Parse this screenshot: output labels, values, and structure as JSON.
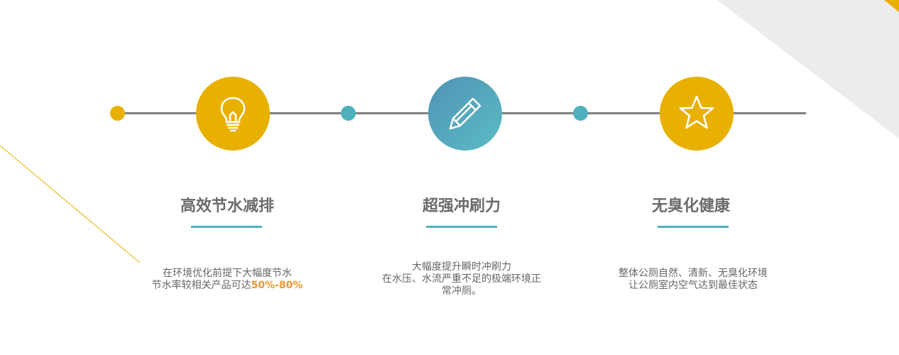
{
  "colors": {
    "yellow": "#e8b000",
    "teal": "#4fb1bd",
    "line": "#808080",
    "highlight": "#f0952e",
    "text": "#666666"
  },
  "features": [
    {
      "icon": "lightbulb-icon",
      "title": "高效节水减排",
      "lines": [
        "在环境优化前提下大幅度节水",
        "节水率较相关产品可达"
      ],
      "highlight": "50%-80%"
    },
    {
      "icon": "pencil-icon",
      "title": "超强冲刷力",
      "lines": [
        "大幅度提升瞬时冲刷力",
        "在水压、水流严重不足的极端环境正",
        "常冲厕。"
      ]
    },
    {
      "icon": "star-icon",
      "title": "无臭化健康",
      "lines": [
        "整体公厕自然、清新、无臭化环境",
        "让公厕室内空气达到最佳状态"
      ]
    }
  ]
}
